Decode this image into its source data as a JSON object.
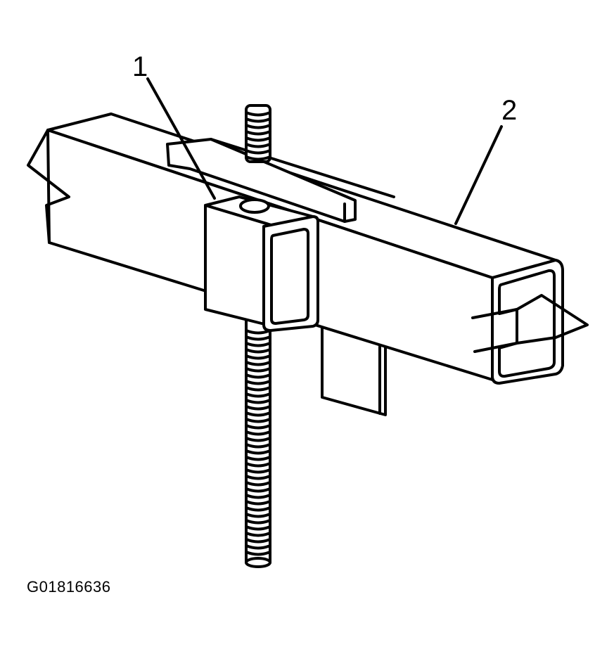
{
  "diagram": {
    "callouts": [
      {
        "id": "1",
        "label": "1"
      },
      {
        "id": "2",
        "label": "2"
      }
    ],
    "figure_id": "G01816636"
  }
}
